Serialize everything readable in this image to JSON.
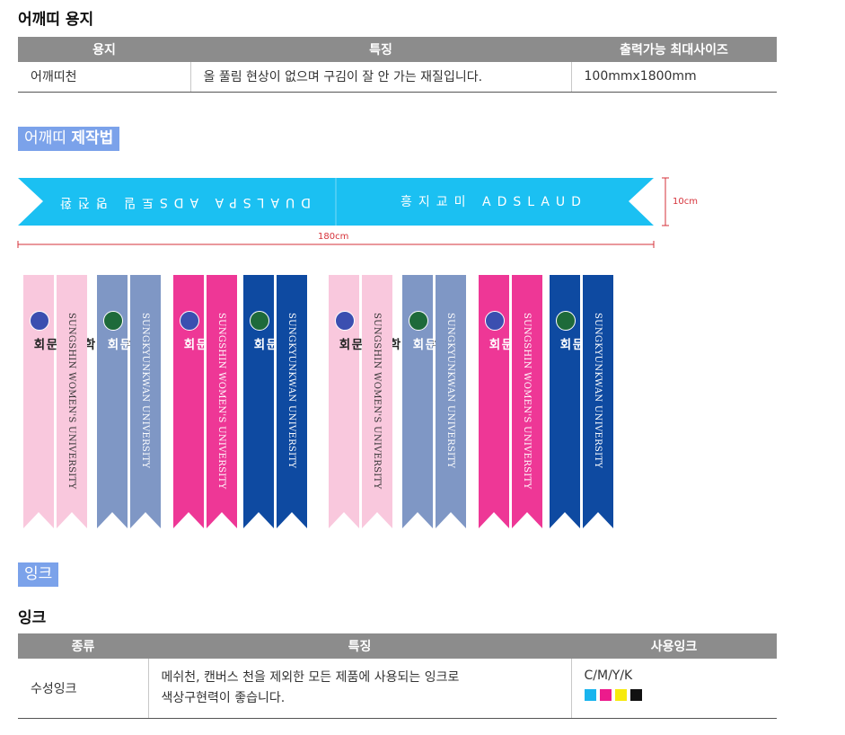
{
  "section1": {
    "title": "어깨띠 용지",
    "table": {
      "headers": [
        "용지",
        "특징",
        "출력가능 최대사이즈"
      ],
      "row": {
        "name": "어깨띠천",
        "feature": "올 풀림 현상이 없으며 구김이 잘 안 가는 재질입니다.",
        "size": "100mmx1800mm"
      }
    }
  },
  "section2": {
    "tag_light": "어깨띠",
    "tag_bold": "제작법",
    "sash": {
      "left_text": "DUALSPA ADS토밀 명전환",
      "right_text": "흥지교미 ADSLAUD",
      "height_label": "10cm",
      "width_label": "180cm",
      "color": "#1bc0f2",
      "dim_color": "#d6323a"
    },
    "ribbons": {
      "swnu_kor": "성신여자대학교 동문회",
      "swnu_eng": "SUNGSHIN WOMEN'S UNIVERSITY",
      "skku_kor": "성균관대학교 동문회",
      "skku_eng": "SUNGKYUNKWAN UNIVERSITY",
      "colors": {
        "light_pink": "#f9c8dd",
        "steel_blue": "#7f97c5",
        "hot_pink": "#ee3796",
        "navy": "#0e4aa1"
      }
    }
  },
  "section3": {
    "tag": "잉크",
    "title": "잉크",
    "table": {
      "headers": [
        "종류",
        "특징",
        "사용잉크"
      ],
      "row": {
        "name": "수성잉크",
        "feature_line1": "메쉬천, 캔버스 천을 제외한 모든 제품에 사용되는 잉크로",
        "feature_line2": "색상구현력이 좋습니다.",
        "inks": "C/M/Y/K"
      },
      "ink_colors": [
        "#19b4ee",
        "#ec1b8c",
        "#f7ea0c",
        "#111111"
      ]
    }
  }
}
